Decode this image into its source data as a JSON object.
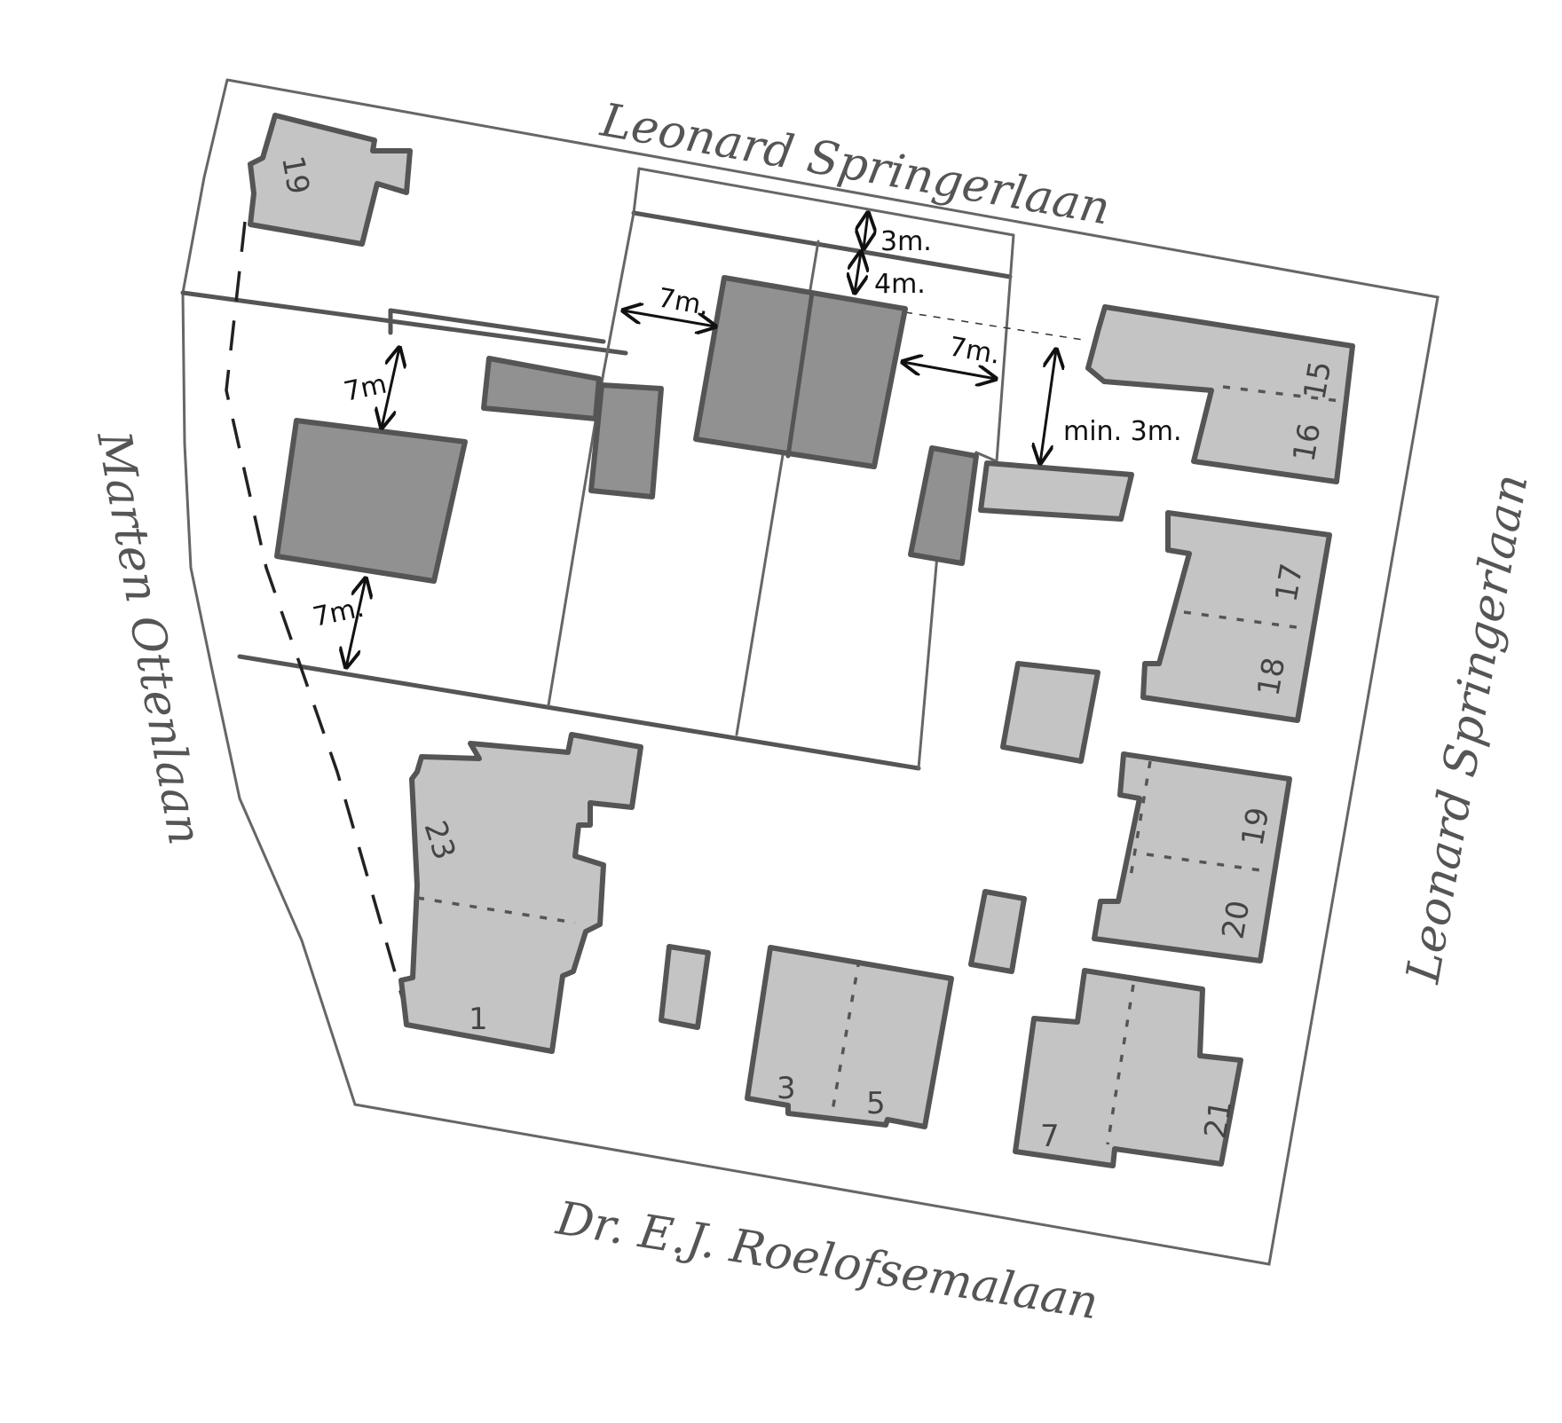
{
  "streets": {
    "north": "Leonard Springerlaan",
    "east": "Leonard Springerlaan",
    "west": "Marten Ottenlaan",
    "south": "Dr. E.J. Roelofsemalaan"
  },
  "house_numbers": {
    "n19_top": "19",
    "n15": "15",
    "n16": "16",
    "n17": "17",
    "n18": "18",
    "n19_right": "19",
    "n20": "20",
    "n23": "23",
    "n1": "1",
    "n3": "3",
    "n5": "5",
    "n7": "7",
    "n21": "21"
  },
  "dimensions": {
    "top_3m": "3m.",
    "top_4m": "4m.",
    "west_7m": "7m.",
    "east_7m": "7m.",
    "min_3m": "min. 3m.",
    "left_top_7m": "7m",
    "left_bottom_7m": "7m."
  },
  "colors": {
    "new_building": "#919191",
    "existing_building": "#c4c4c4",
    "outline": "#555555"
  }
}
